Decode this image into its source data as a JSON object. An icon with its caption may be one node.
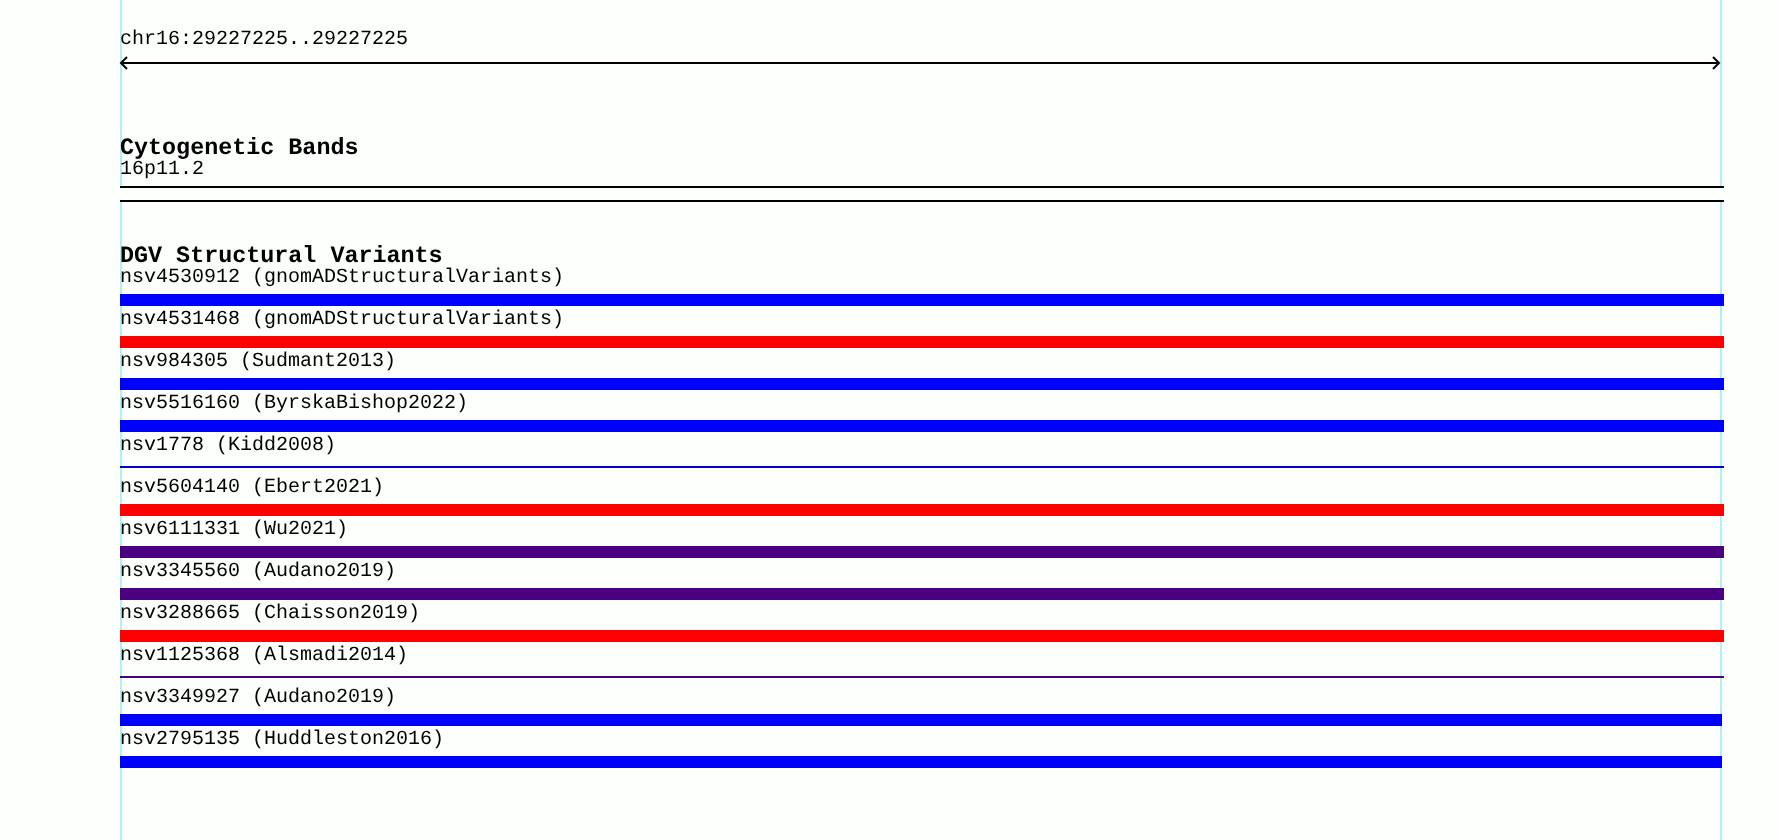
{
  "diagram": {
    "nodes": [
      {
        "text": [
          "16p11.2"
        ]
      },
      {
        "text": [
          "nsv4530912 (gnomADStructuralVariants)"
        ]
      },
      {
        "text": [
          "nsv4531468 (gnomADStructuralVariants)"
        ]
      },
      {
        "text": [
          "nsv984305 (Sudmant2013)"
        ]
      },
      {
        "text": [
          "nsv5516160 (ByrskaBishop2022)"
        ]
      },
      {
        "text": [
          "nsv1778 (Kidd2008)"
        ]
      },
      {
        "text": [
          "nsv5604140 (Ebert2021)"
        ]
      },
      {
        "text": [
          "nsv6111331 (Wu2021)"
        ]
      },
      {
        "text": [
          "nsv3345560 (Audano2019)"
        ]
      },
      {
        "text": [
          "nsv3288665 (Chaisson2019)"
        ]
      },
      {
        "text": [
          "nsv1125368 (Alsmadi2014)"
        ]
      },
      {
        "text": [
          "nsv3349927 (Audano2019)"
        ]
      },
      {
        "text": [
          "nsv2795135 (Huddleston2016)"
        ]
      }
    ],
    "labels": [
      "chr16:29227225..29227225",
      "Cytogenetic Bands",
      "DGV Structural Variants"
    ]
  }
}
